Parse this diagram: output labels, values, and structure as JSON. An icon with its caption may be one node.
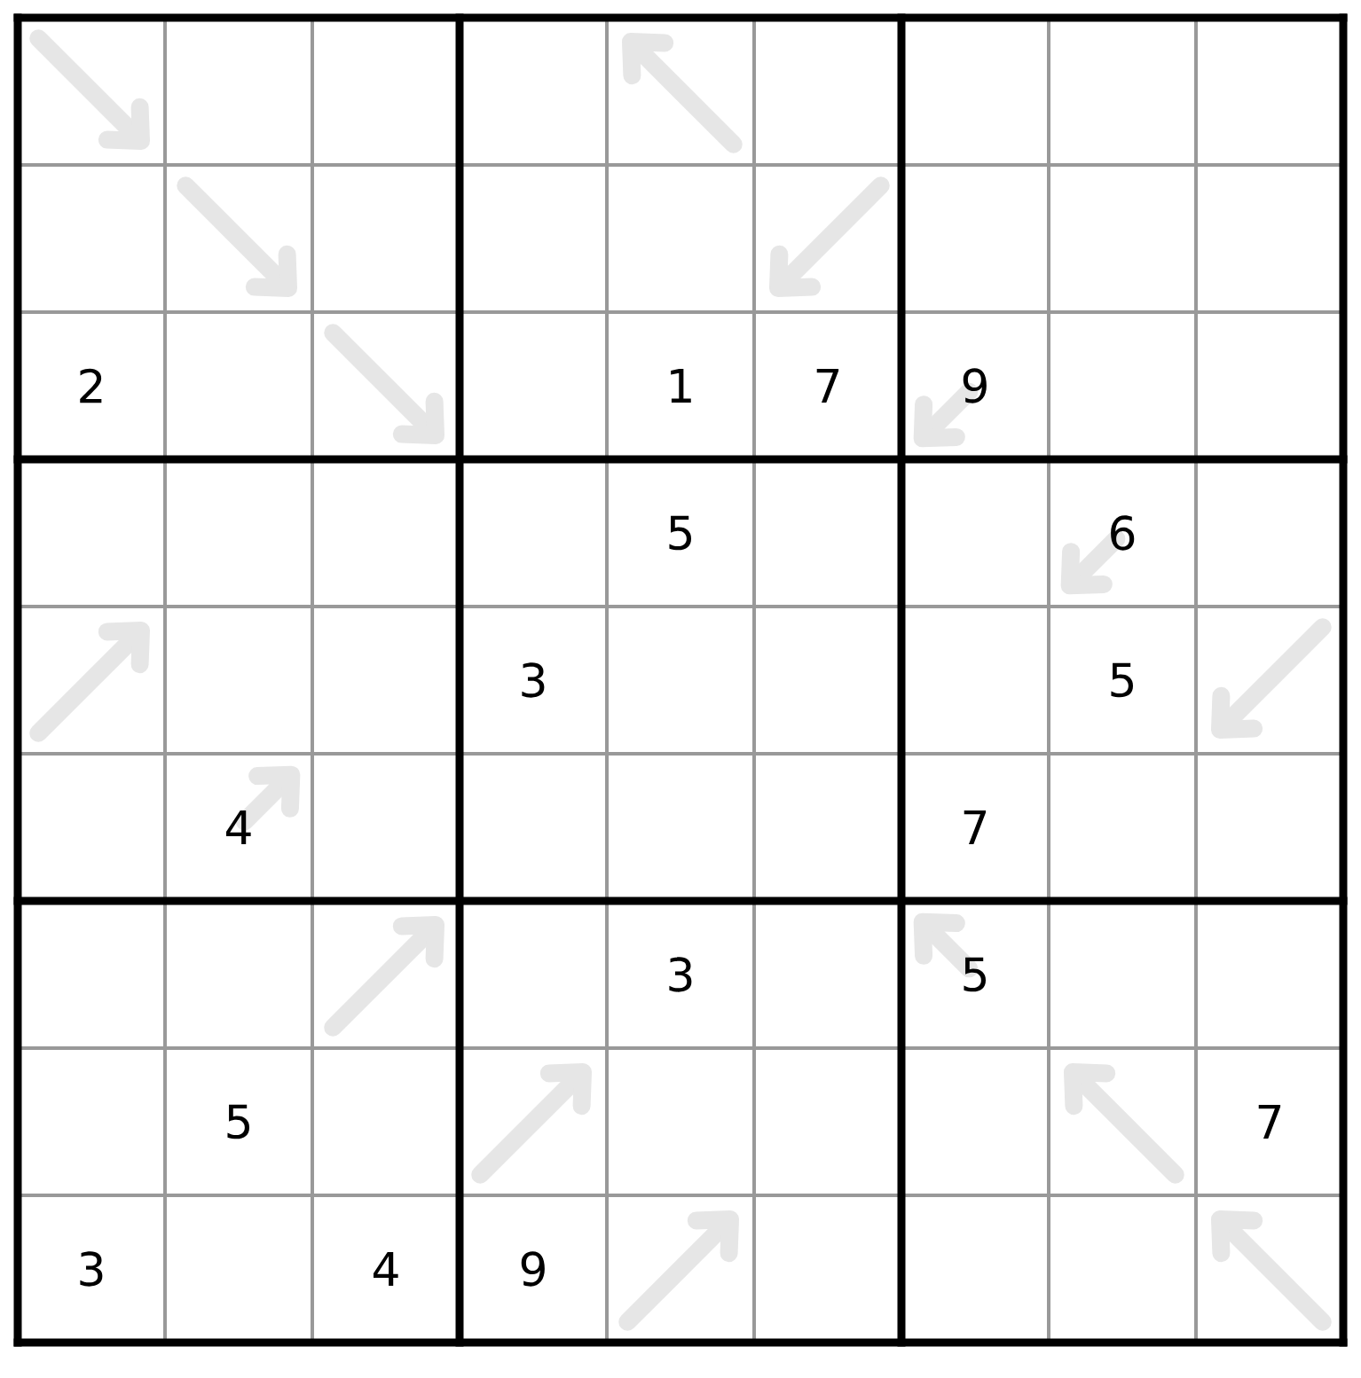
{
  "diagram": {
    "labels": [
      "2",
      "1",
      "7",
      "9",
      "5",
      "6",
      "3",
      "5",
      "4",
      "7",
      "3",
      "5",
      "5",
      "7",
      "3",
      "4",
      "9"
    ]
  }
}
